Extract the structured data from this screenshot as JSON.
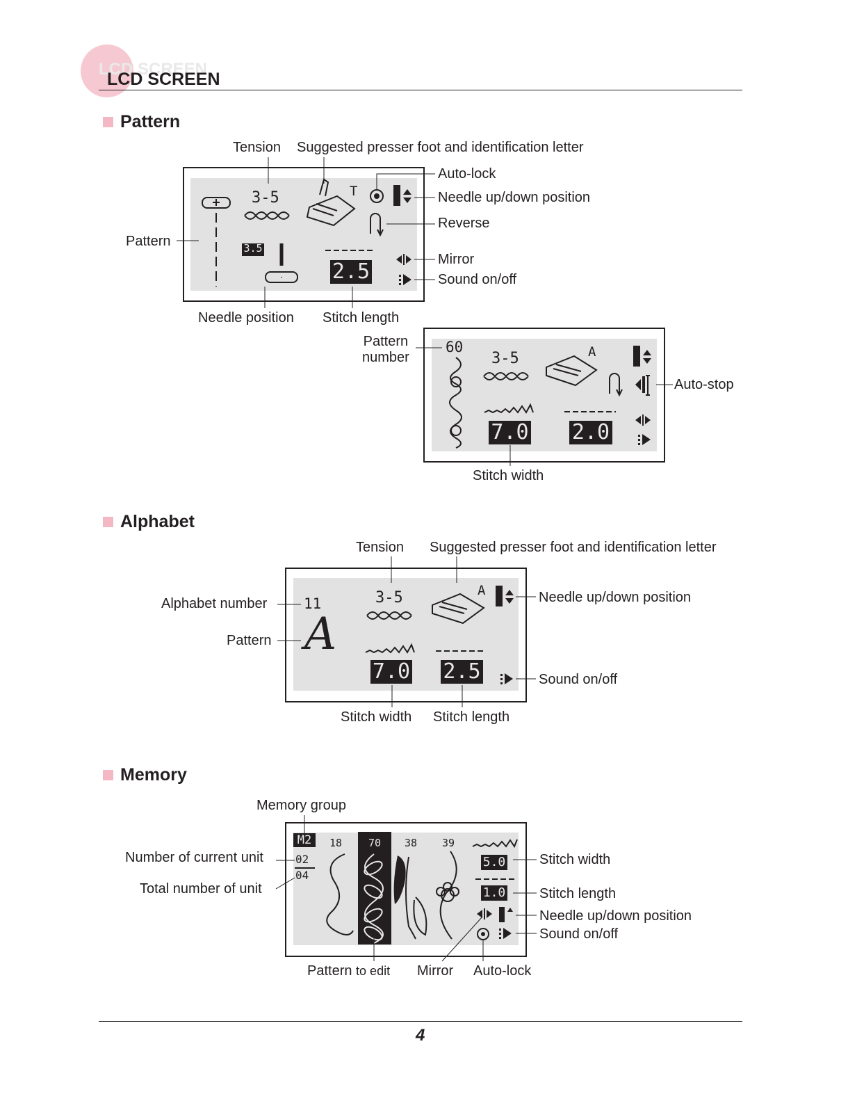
{
  "header": {
    "title": "LCD SCREEN",
    "title_ghost": "LCD SCREEN"
  },
  "sections": {
    "pattern": "Pattern",
    "alphabet": "Alphabet",
    "memory": "Memory"
  },
  "pattern_screen": {
    "labels": {
      "tension": "Tension",
      "presser_foot": "Suggested presser foot and identification letter",
      "auto_lock": "Auto-lock",
      "needle_updown": "Needle up/down position",
      "reverse": "Reverse",
      "pattern": "Pattern",
      "mirror": "Mirror",
      "sound": "Sound on/off",
      "needle_position": "Needle position",
      "stitch_length": "Stitch length"
    },
    "lcd": {
      "tension": "3-5",
      "foot_letter": "T",
      "needle_pos": "3.5",
      "stitch_length": "2.5"
    }
  },
  "pattern_screen2": {
    "labels": {
      "pattern_number_1": "Pattern",
      "pattern_number_2": "number",
      "auto_stop": "Auto-stop",
      "stitch_width": "Stitch width"
    },
    "lcd": {
      "pattern_number": "60",
      "tension": "3-5",
      "foot_letter": "A",
      "stitch_width": "7.0",
      "stitch_length": "2.0"
    }
  },
  "alphabet_screen": {
    "labels": {
      "tension": "Tension",
      "presser_foot": "Suggested presser foot and identification letter",
      "alphabet_number": "Alphabet number",
      "pattern": "Pattern",
      "needle_updown": "Needle up/down position",
      "sound": "Sound on/off",
      "stitch_width": "Stitch width",
      "stitch_length": "Stitch length"
    },
    "lcd": {
      "alphabet_number": "11",
      "tension": "3-5",
      "foot_letter": "A",
      "letter": "A",
      "stitch_width": "7.0",
      "stitch_length": "2.5"
    }
  },
  "memory_screen": {
    "labels": {
      "memory_group": "Memory group",
      "current_unit": "Number of current unit",
      "total_unit": "Total number of unit",
      "stitch_width": "Stitch width",
      "stitch_length": "Stitch length",
      "needle_updown": "Needle up/down position",
      "sound": "Sound on/off",
      "pattern_to_edit_1": "Pattern",
      "pattern_to_edit_2": "to edit",
      "mirror": "Mirror",
      "auto_lock": "Auto-lock"
    },
    "lcd": {
      "group": "M2",
      "current": "02",
      "total": "04",
      "units": [
        "18",
        "70",
        "38",
        "39"
      ],
      "stitch_width": "5.0",
      "stitch_length": "1.0"
    }
  },
  "footer": {
    "page_number": "4"
  }
}
